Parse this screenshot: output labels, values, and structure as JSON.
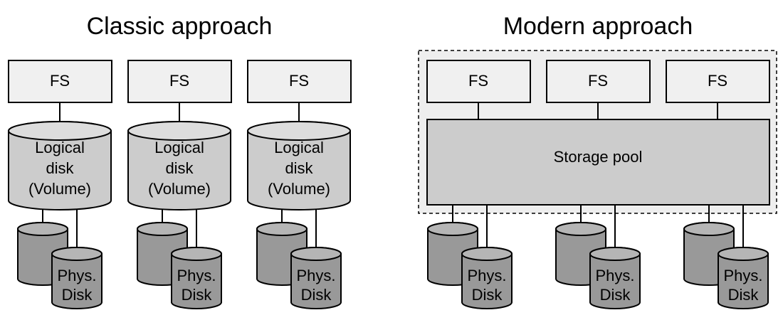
{
  "colors": {
    "fs_box": "#f0f0f0",
    "volume": "#cccccc",
    "volume_top": "#dddddd",
    "disk": "#999999",
    "disk_top": "#b5b5b5",
    "pool": "#cccccc",
    "pool_frame": "#eeeeee"
  },
  "classic": {
    "title": "Classic approach",
    "stacks": [
      {
        "fs": "FS",
        "volume": [
          "Logical",
          "disk",
          "(Volume)"
        ],
        "disk": [
          "Phys.",
          "Disk"
        ]
      },
      {
        "fs": "FS",
        "volume": [
          "Logical",
          "disk",
          "(Volume)"
        ],
        "disk": [
          "Phys.",
          "Disk"
        ]
      },
      {
        "fs": "FS",
        "volume": [
          "Logical",
          "disk",
          "(Volume)"
        ],
        "disk": [
          "Phys.",
          "Disk"
        ]
      }
    ]
  },
  "modern": {
    "title": "Modern approach",
    "fs": [
      "FS",
      "FS",
      "FS"
    ],
    "pool": "Storage pool",
    "disks": [
      [
        "Phys.",
        "Disk"
      ],
      [
        "Phys.",
        "Disk"
      ],
      [
        "Phys.",
        "Disk"
      ]
    ]
  }
}
